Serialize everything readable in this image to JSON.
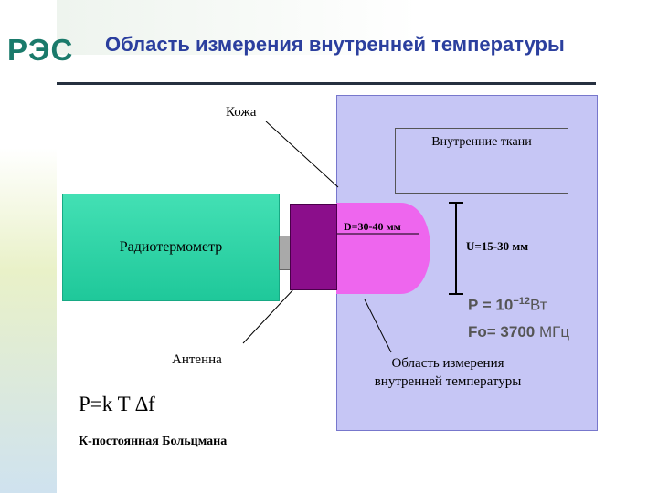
{
  "header": {
    "logo_text": "РЭС",
    "title": "Область измерения внутренней температуры"
  },
  "diagram": {
    "skin_label": "Кожа",
    "inner_tissue_label": "Внутренние ткани",
    "radiometer_label": "Радиотермометр",
    "depth_label": "D=30-40 мм",
    "u_label": "U=15-30 мм",
    "power_prefix": "P = 10",
    "power_exponent": "−12",
    "power_unit": "Вт",
    "freq_prefix": "Fo= 3700 ",
    "freq_unit": "МГц",
    "antenna_label": "Антенна",
    "area_label": "Область измерения внутренней температуры",
    "formula": "P=k T ∆f",
    "boltzmann_note": "К-постоянная Больцмана"
  },
  "colors": {
    "title": "#2b3f9e",
    "logo": "#1a7a6b",
    "tissue": "#c6c6f5",
    "radiometer": "#1fc89a",
    "antenna": "#8b0e8b",
    "measurement_area": "#ee66ee"
  }
}
